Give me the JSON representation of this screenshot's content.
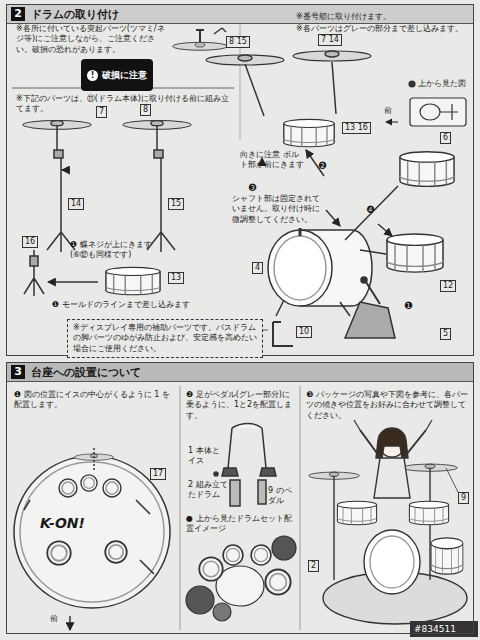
{
  "diagram": {
    "nodes": [
      {
        "text": [
          "2",
          "ドラムの取り付け"
        ]
      },
      {
        "text": [
          "!",
          "破損に注意"
        ],
        "in": 0
      },
      {
        "text": [
          "※ディスプレイ専用の補助パーツです。バスドラムの脚パーツのゆがみ防止および、安定感を高めたい場合にご使用ください。"
        ],
        "in": 0
      },
      {
        "text": [
          "3",
          "台座への設置について"
        ]
      }
    ],
    "labels": [
      "※各所に付いている突起パーツ(ツマミ/ネジ等)にご注意しながら、ご注意ください。破損の恐れがあります。",
      "※下記のパーツは、⑪(ドラム本体)に取り付ける前に組み立てます。",
      "7",
      "8",
      "14",
      "15",
      "16",
      "❶ 蝶ネジが上にきます (⑥⑫も同様です)",
      "13",
      "❶ モールドのラインまで差し込みます",
      "※番号順に取り付けます。",
      "※各パーツはグレーの部分まで差し込みます。",
      "8 15",
      "7 14",
      "上から見た図",
      "前",
      "13 16",
      "向きに注意 ボルト部が前にきます",
      "❸",
      "❷",
      "6",
      "シャフト部は固定されていません。取り付け時に微調整してください。",
      "❹",
      "❶",
      "12",
      "4",
      "10",
      "5",
      "❶ 図の位置にイスの中心がくるように 1 を配置します。",
      "17",
      "K-ON!",
      "前",
      "❷ 足がペダル(グレー部分)に乗るように、1と2を配置します。",
      "1 本体とイス",
      "2 組み立てたドラム",
      "9 のペダル",
      "● 上から見たドラムセット配置イメージ",
      "❸ パッケージの写真や下図を参考に、各パーツの傾きや位置をお好みに合わせて調整してください。",
      "9",
      "2",
      "#834511"
    ]
  }
}
